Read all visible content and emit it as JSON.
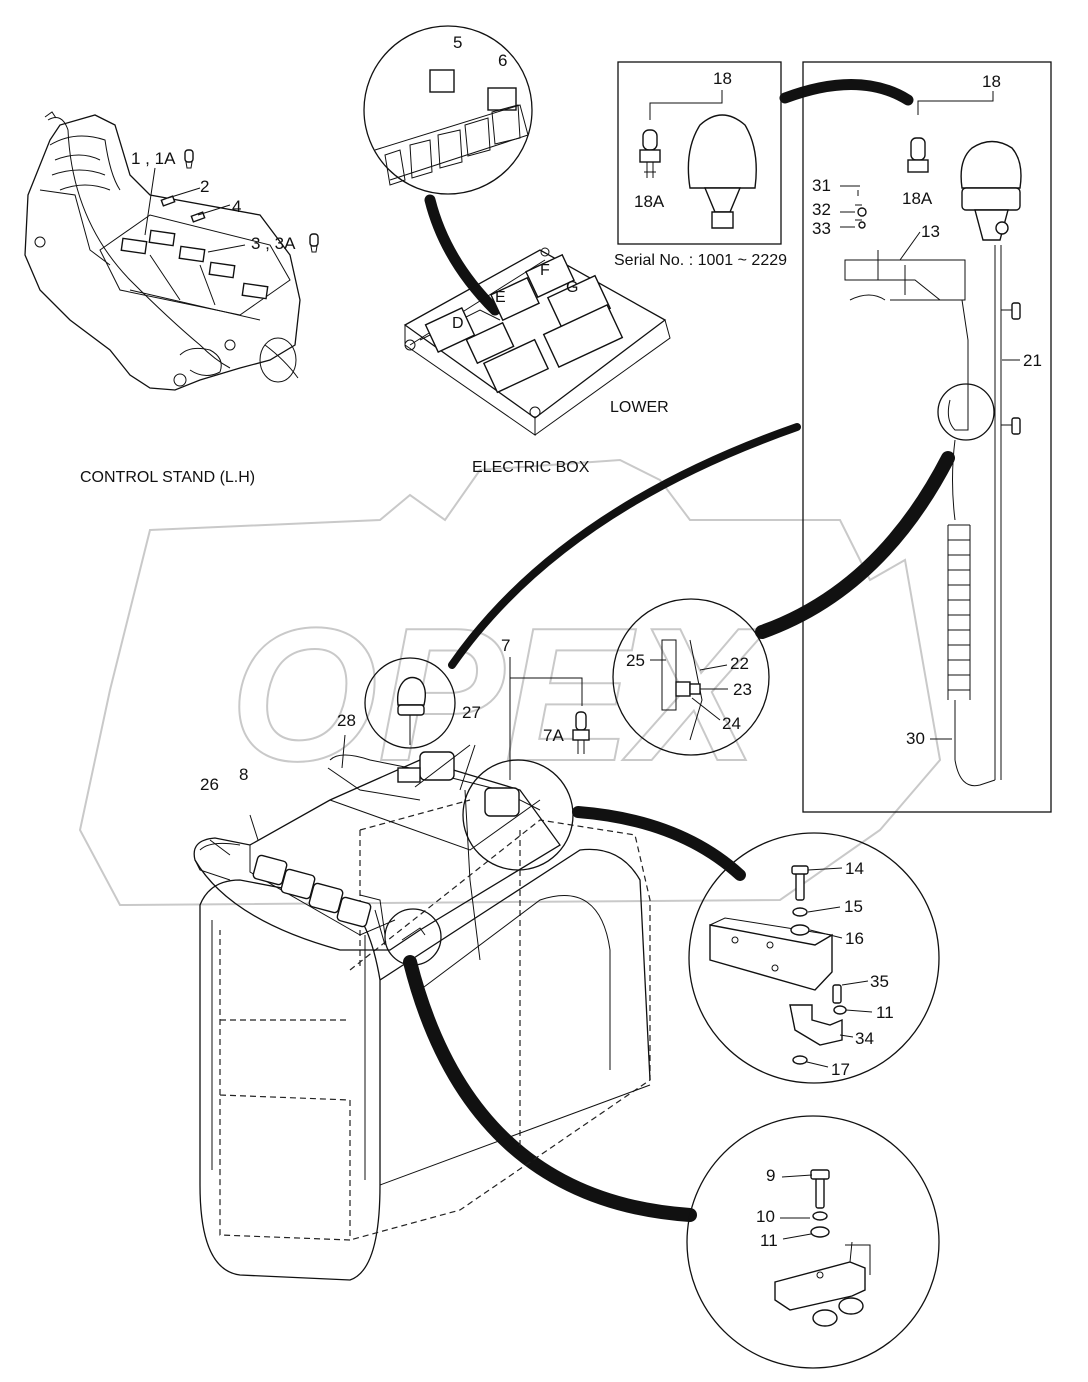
{
  "captions": {
    "control_stand": "CONTROL STAND (L.H)",
    "electric_box": "ELECTRIC BOX",
    "lower": "LOWER",
    "serial": "Serial No. : 1001 ~ 2229"
  },
  "labels": {
    "p1_1a": "1 , 1A",
    "p2": "2",
    "p3_3a": "3 , 3A",
    "p4": "4",
    "p5": "5",
    "p6": "6",
    "p7": "7",
    "p7a": "7A",
    "p8": "8",
    "p9": "9",
    "p10": "10",
    "p11_a": "11",
    "p11_b": "11",
    "p13": "13",
    "p14": "14",
    "p15": "15",
    "p16": "16",
    "p17": "17",
    "p18_a": "18",
    "p18a_a": "18A",
    "p18_b": "18",
    "p18a_b": "18A",
    "p21": "21",
    "p22": "22",
    "p23": "23",
    "p24": "24",
    "p25": "25",
    "p26": "26",
    "p27": "27",
    "p28": "28",
    "p30": "30",
    "p31": "31",
    "p32": "32",
    "p33": "33",
    "p34": "34",
    "p35": "35"
  },
  "box_letters": {
    "d": "D",
    "e": "E",
    "f": "F",
    "g": "G"
  },
  "watermark": "OPEX"
}
